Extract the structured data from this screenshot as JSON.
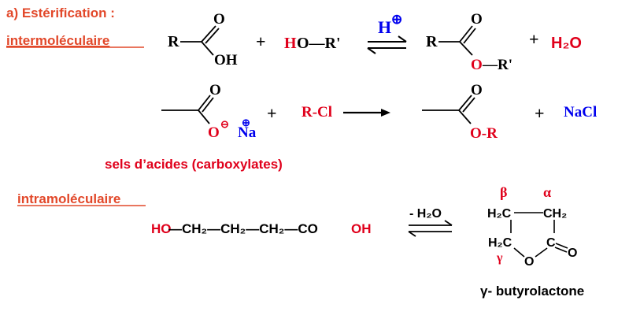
{
  "colors": {
    "red": "#e0001b",
    "blue": "#0000ee",
    "orange": "#e2482a",
    "black": "#000000"
  },
  "section": {
    "title": "a)  Estérification :",
    "intermolecular_label": "intermoléculaire",
    "intramolecular_label": "intramoléculaire"
  },
  "reaction1": {
    "acid_R": "R",
    "acid_O": "O",
    "acid_OH": "OH",
    "plus1": "+",
    "alcohol_H": "H",
    "alcohol_rest": "O—R'",
    "catalyst_H": "H",
    "catalyst_plus": "⊕",
    "ester_R": "R",
    "ester_O_top": "O",
    "ester_O": "O",
    "ester_R2": "—R'",
    "plus2": "+",
    "water": "H₂O"
  },
  "reaction2": {
    "carbonyl_O": "O",
    "O_minus": "O",
    "minus_charge": "⊖",
    "Na": "Na",
    "Na_charge": "⊕",
    "plus1": "+",
    "reagent": "R-Cl",
    "ester_O_top": "O",
    "ester_OR": "O-R",
    "plus2": "+",
    "NaCl": "NaCl",
    "caption": "sels d’acides (carboxylates)"
  },
  "reaction3": {
    "chain_HO": "HO",
    "chain_mid": "—CH₂—CH₂—CH₂—CO",
    "chain_OH": "OH",
    "loss": "- H₂O",
    "beta": "β",
    "alpha": "α",
    "ring_CH2_tl": "H₂C",
    "ring_CH2_tr": "CH₂",
    "ring_CH2_bl": "H₂C",
    "gamma": "γ",
    "ring_O": "O",
    "ring_C": "C",
    "carbonyl_O": "O",
    "product_name": "γ- butyrolactone"
  }
}
